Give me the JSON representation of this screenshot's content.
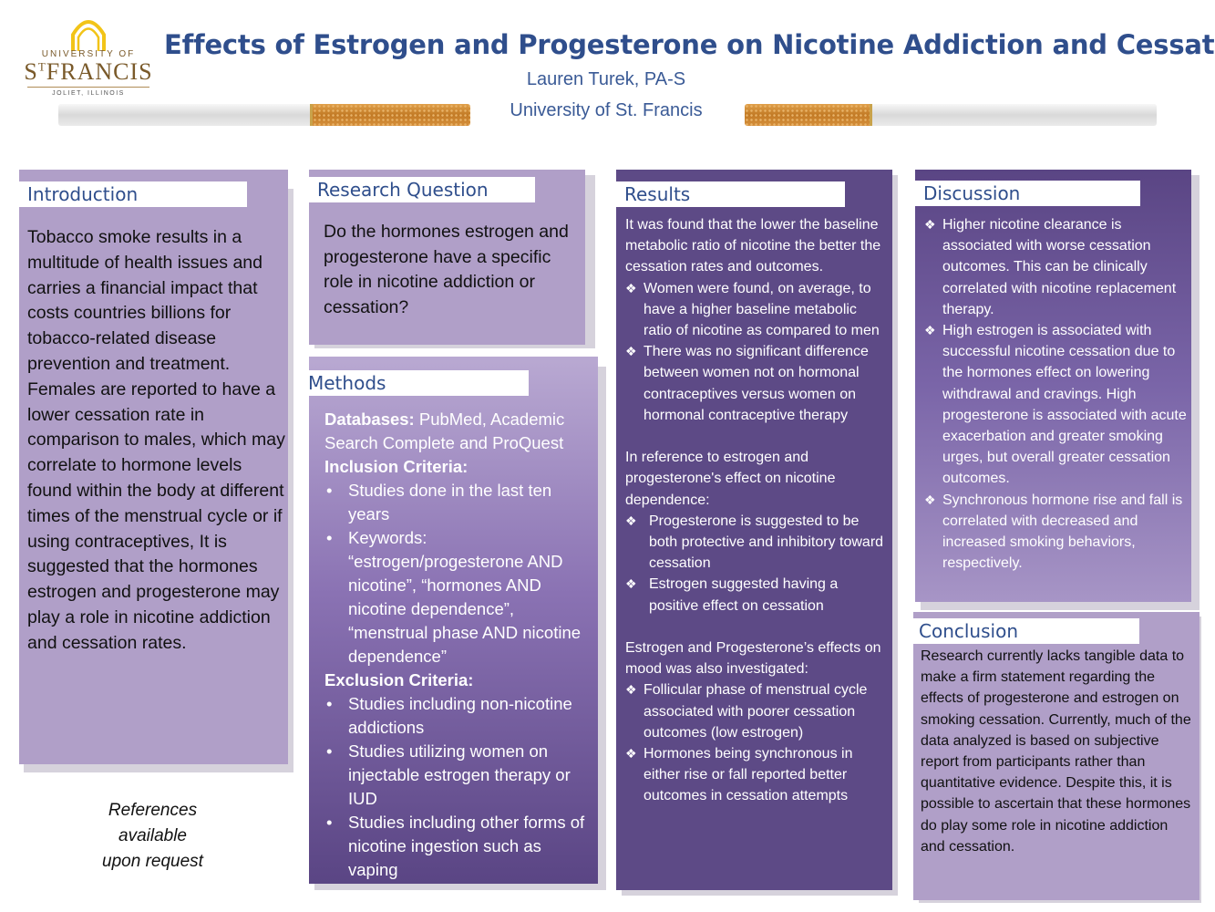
{
  "header": {
    "logo": {
      "line1": "UNIVERSITY OF",
      "line2a": "S",
      "line2sup": "T",
      "line2b": "FRANCIS",
      "line3": "JOLIET, ILLINOIS"
    },
    "title": "Effects of Estrogen and Progesterone on Nicotine Addiction and Cessation",
    "author": "Lauren Turek, PA-S",
    "affiliation": "University of St. Francis"
  },
  "introduction": {
    "heading": "Introduction",
    "body": "Tobacco smoke results in a multitude of health issues and carries a financial impact that costs countries billions for tobacco-related disease prevention and treatment. Females are reported to have a lower cessation rate in comparison to males, which may correlate to hormone levels found within the body at different times of the menstrual cycle or if using contraceptives, It is suggested that the hormones estrogen and progesterone may play a role in nicotine addiction and cessation rates."
  },
  "research_question": {
    "heading": "Research Question",
    "body": "Do the hormones estrogen and progesterone have a specific role in nicotine addiction or cessation?"
  },
  "methods": {
    "heading": "Methods",
    "databases_label": "Databases:",
    "databases_value": " PubMed, Academic Search Complete and ProQuest",
    "inclusion_label": "Inclusion Criteria:",
    "inclusion": [
      "Studies done in the last ten years",
      "Keywords: “estrogen/progesterone AND nicotine”, “hormones AND nicotine dependence”, “menstrual phase AND nicotine dependence”"
    ],
    "exclusion_label": "Exclusion Criteria:",
    "exclusion": [
      "Studies including non-nicotine addictions",
      "Studies utilizing women on injectable estrogen therapy or IUD",
      "Studies including other forms of nicotine ingestion such as vaping"
    ]
  },
  "results": {
    "heading": "Results",
    "intro": "It was found that the lower the baseline metabolic ratio of nicotine the better the cessation rates and outcomes.",
    "group1": [
      "Women were found, on average, to have a higher baseline metabolic ratio of nicotine as compared to men",
      "There was no significant difference between women not on hormonal contraceptives versus women on hormonal contraceptive therapy"
    ],
    "intro2": "In reference to estrogen and progesterone's effect on nicotine dependence:",
    "group2": [
      "Progesterone is suggested to be both protective and inhibitory toward cessation",
      "Estrogen suggested having a positive effect on cessation"
    ],
    "intro3": "Estrogen and Progesterone’s effects on mood was also investigated:",
    "group3": [
      "Follicular phase of menstrual cycle associated with poorer cessation outcomes (low estrogen)",
      "Hormones being synchronous in either rise or fall reported better outcomes in cessation attempts"
    ]
  },
  "discussion": {
    "heading": "Discussion",
    "items": [
      "Higher nicotine clearance is associated with worse cessation outcomes. This can be clinically correlated with nicotine replacement therapy.",
      "High estrogen is associated with successful nicotine cessation due to the hormones effect on lowering withdrawal and cravings. High progesterone is associated with acute exacerbation and greater smoking urges, but overall greater cessation outcomes.",
      "Synchronous hormone rise and fall is correlated with decreased and increased smoking behaviors, respectively."
    ]
  },
  "conclusion": {
    "heading": "Conclusion",
    "body": "Research currently lacks tangible data to make a firm statement regarding the effects of progesterone and estrogen on smoking cessation. Currently, much of the data analyzed is based on subjective report from participants rather than quantitative evidence. Despite this, it is possible to ascertain that these hormones do play some role in nicotine addiction and cessation."
  },
  "references": {
    "line1": "References",
    "line2": "available",
    "line3": "upon request"
  }
}
